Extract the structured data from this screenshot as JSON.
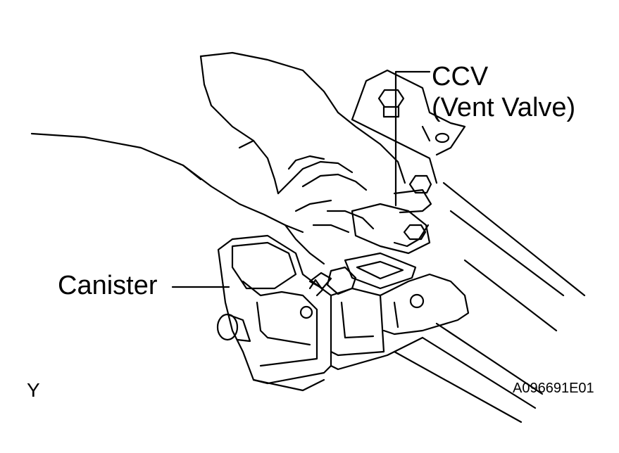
{
  "labels": {
    "ccv": "CCV",
    "vent_valve": "(Vent Valve)",
    "canister": "Canister",
    "corner_mark": "Y",
    "figure_code": "A096691E01"
  },
  "colors": {
    "line": "#000000",
    "background": "#ffffff"
  }
}
